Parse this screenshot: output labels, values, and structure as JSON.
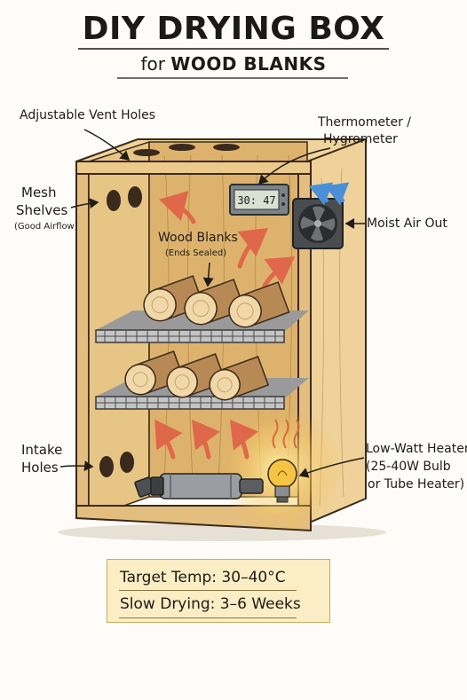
{
  "title": "DIY DRYING BOX",
  "subtitle": {
    "prefix": "for",
    "main": "WOOD BLANKS"
  },
  "labels": {
    "vent": "Adjustable Vent Holes",
    "thermo_line1": "Thermometer /",
    "thermo_line2": "Hygrometer",
    "mesh_line1": "Mesh",
    "mesh_line2": "Shelves",
    "mesh_note": "(Good Airflow)",
    "moist_air": "Moist Air Out",
    "blanks": "Wood Blanks",
    "blanks_note": "(Ends Sealed)",
    "intake_line1": "Intake",
    "intake_line2": "Holes",
    "heater_line1": "Low-Watt Heater",
    "heater_line2": "(25-40W Bulb",
    "heater_line3": "or Tube Heater)"
  },
  "display_reading": "30: 47",
  "notes": {
    "temp": "Target Temp: 30–40°C",
    "drying": "Slow Drying: 3–6 Weeks"
  },
  "colors": {
    "wood": "#e8c88a",
    "wood_dark": "#c99a56",
    "interior": "#d8ad68",
    "airflow": "#e0684a",
    "fan_arrow": "#4a90d9",
    "note_bg": "#fbedc4",
    "bulb": "#f6c443"
  }
}
